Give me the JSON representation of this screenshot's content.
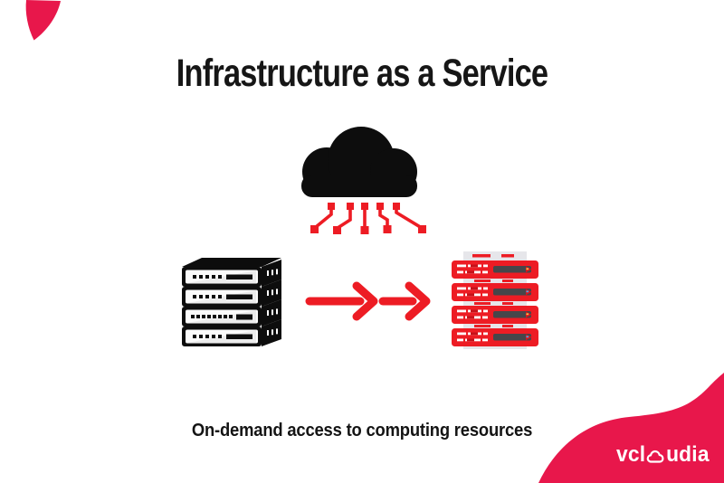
{
  "title": {
    "text": "Infrastructure as a Service"
  },
  "caption": {
    "text": "On-demand access to computing resources"
  },
  "diagram": {
    "flow": "physical servers to cloud virtual servers",
    "arrow_count": "2"
  },
  "icons": {
    "cloud": "cloud-icon",
    "circuit": "circuit-pins-icon",
    "black_server": "server-stack-black-icon",
    "arrow": "arrow-right-icon",
    "red_server": "server-stack-red-icon",
    "brand_cloud": "cloud-o-icon",
    "corner": "corner-accent-shape",
    "wave": "brand-wave-shape"
  },
  "brand": {
    "name": "vcloudia",
    "wordmark_pre": "vcl",
    "wordmark_post": "udia",
    "wave_color": "#e8174b"
  },
  "colors": {
    "accent_red": "#ed1c24",
    "dark_red": "#c4121a",
    "ink_black": "#0d0d0d",
    "panel_white": "#fbfbfb",
    "rack_gray": "#e6e6ea",
    "bay_gray": "#46464a"
  }
}
